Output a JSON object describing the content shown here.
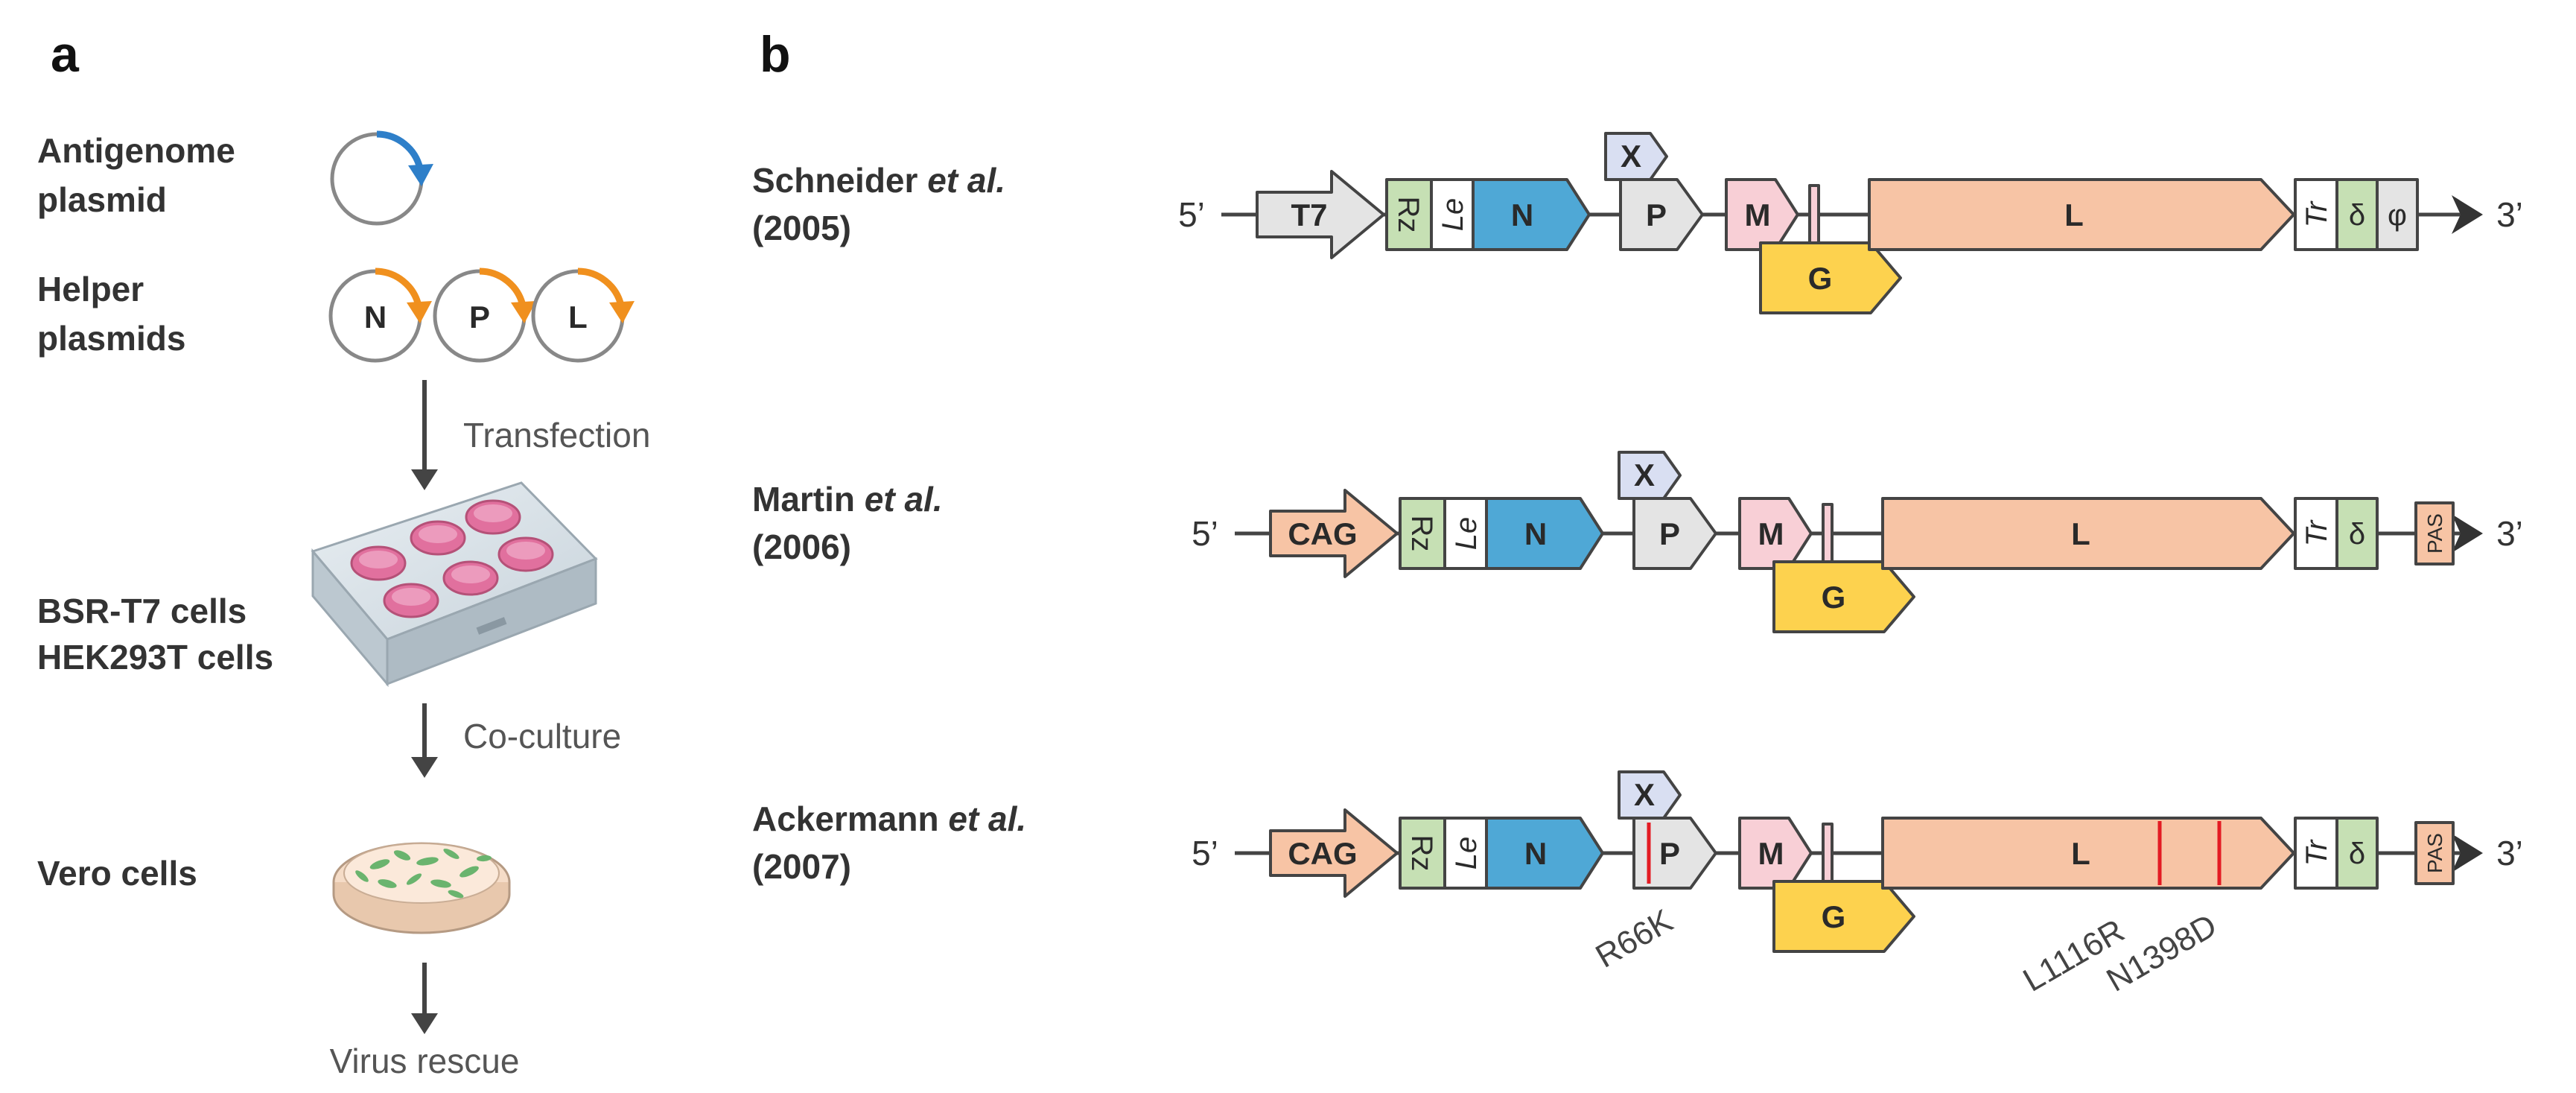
{
  "panel_a": {
    "letter": "a",
    "antigenome_label": [
      "Antigenome",
      "plasmid"
    ],
    "helper_label": [
      "Helper",
      "plasmids"
    ],
    "helper_plasmids": [
      "N",
      "P",
      "L"
    ],
    "step1": "Transfection",
    "cells_label": [
      "BSR-T7 cells",
      "HEK293T cells"
    ],
    "step2": "Co-culture",
    "vero_label": "Vero cells",
    "result": "Virus rescue"
  },
  "panel_b": {
    "letter": "b",
    "prime5": "5’",
    "prime3": "3’",
    "constructs": [
      {
        "author": "Schneider",
        "etal": "et al.",
        "year": "(2005)",
        "promoter": "T7",
        "rz": "Rz",
        "le": "Le",
        "n": "N",
        "x": "X",
        "p": "P",
        "m": "M",
        "g": "G",
        "l": "L",
        "tr": "Tr",
        "delta": "δ",
        "end": "φ"
      },
      {
        "author": "Martin",
        "etal": "et al.",
        "year": "(2006)",
        "promoter": "CAG",
        "rz": "Rz",
        "le": "Le",
        "n": "N",
        "x": "X",
        "p": "P",
        "m": "M",
        "g": "G",
        "l": "L",
        "tr": "Tr",
        "delta": "δ",
        "end": "PAS"
      },
      {
        "author": "Ackermann",
        "etal": "et al.",
        "year": "(2007)",
        "promoter": "CAG",
        "rz": "Rz",
        "le": "Le",
        "n": "N",
        "x": "X",
        "p": "P",
        "m": "M",
        "g": "G",
        "l": "L",
        "tr": "Tr",
        "delta": "δ",
        "end": "PAS",
        "mutations": [
          "R66K",
          "L1116R",
          "N1398D"
        ]
      }
    ]
  },
  "colors": {
    "t7": "#e4e4e4",
    "cag": "#f7c4a5",
    "rz": "#c6e0b4",
    "n": "#4fa8d6",
    "p": "#e4e4e4",
    "x": "#d9dff2",
    "m": "#f8cfd6",
    "g": "#fdd24e",
    "l": "#f7c4a5",
    "pas": "#f7c4a5",
    "mutation": "#e31b23",
    "plasmid_arrow_blue": "#2e7fc9",
    "plasmid_arrow_orange": "#f0901e"
  }
}
